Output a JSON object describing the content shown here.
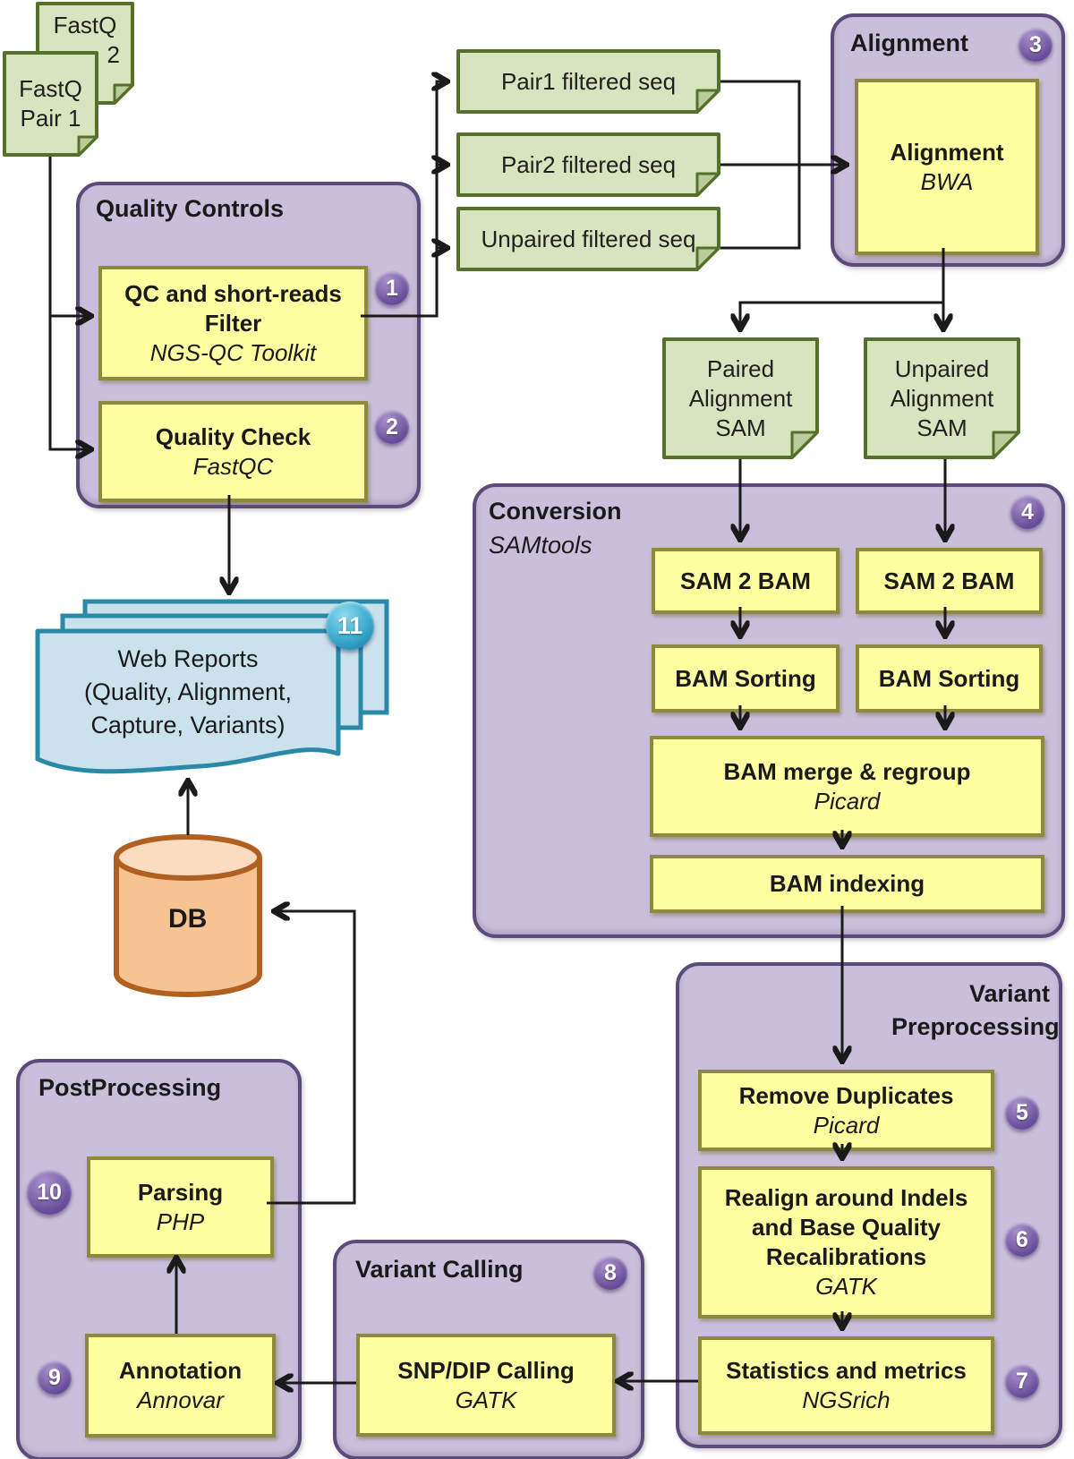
{
  "containers": {
    "quality_controls": {
      "title": "Quality Controls"
    },
    "alignment": {
      "title": "Alignment",
      "badge": "3"
    },
    "conversion": {
      "title": "Conversion",
      "tool": "SAMtools",
      "badge": "4"
    },
    "variant_preprocessing": {
      "title_line1": "Variant",
      "title_line2": "Preprocessing"
    },
    "variant_calling": {
      "title": "Variant Calling",
      "badge": "8"
    },
    "postprocessing": {
      "title": "PostProcessing"
    }
  },
  "inputs": {
    "fastq_back": {
      "line1": "FastQ",
      "line2": "2"
    },
    "fastq_front": {
      "line1": "FastQ",
      "line2": "Pair 1"
    }
  },
  "docs": {
    "pair1": {
      "label": "Pair1 filtered seq"
    },
    "pair2": {
      "label": "Pair2 filtered seq"
    },
    "unpaired": {
      "label": "Unpaired filtered seq"
    },
    "paired_sam": {
      "line1": "Paired",
      "line2": "Alignment",
      "line3": "SAM"
    },
    "unpaired_sam": {
      "line1": "Unpaired",
      "line2": "Alignment",
      "line3": "SAM"
    }
  },
  "steps": {
    "qc_filter": {
      "badge": "1",
      "t1": "QC and short-reads",
      "t2": "Filter",
      "tool": "NGS-QC Toolkit"
    },
    "quality_check": {
      "badge": "2",
      "t1": "Quality Check",
      "tool": "FastQC"
    },
    "alignment_bwa": {
      "t1": "Alignment",
      "tool": "BWA"
    },
    "sam2bam_left": {
      "t1": "SAM 2 BAM"
    },
    "sam2bam_right": {
      "t1": "SAM 2 BAM"
    },
    "bam_sorting_left": {
      "t1": "BAM Sorting"
    },
    "bam_sorting_right": {
      "t1": "BAM Sorting"
    },
    "bam_merge": {
      "t1": "BAM merge & regroup",
      "tool": "Picard"
    },
    "bam_indexing": {
      "t1": "BAM indexing"
    },
    "remove_duplicates": {
      "badge": "5",
      "t1": "Remove Duplicates",
      "tool": "Picard"
    },
    "realign": {
      "badge": "6",
      "t1": "Realign around Indels",
      "t2": "and Base Quality",
      "t3": "Recalibrations",
      "tool": "GATK"
    },
    "statistics": {
      "badge": "7",
      "t1": "Statistics and metrics",
      "tool": "NGSrich"
    },
    "snp_calling": {
      "t1": "SNP/DIP Calling",
      "tool": "GATK"
    },
    "parsing": {
      "badge": "10",
      "t1": "Parsing",
      "tool": "PHP"
    },
    "annotation": {
      "badge": "9",
      "t1": "Annotation",
      "tool": "Annovar"
    }
  },
  "outputs": {
    "web_reports": {
      "badge": "11",
      "line1": "Web Reports",
      "line2": "(Quality, Alignment,",
      "line3": "Capture, Variants)"
    },
    "database": {
      "label": "DB"
    }
  },
  "colors": {
    "container_fill": "#c9bfdb",
    "container_border": "#5b4a7a",
    "process_fill": "#feffa0",
    "process_border": "#8f883f",
    "doc_fill": "#d8e4bd",
    "doc_border": "#55702b",
    "report_fill": "#c9e2ec",
    "report_border": "#2b89a8",
    "db_fill": "#f8c393",
    "db_border": "#b06020",
    "badge_purple": "#7a5ea6",
    "badge_teal": "#2d9fc4",
    "arrow": "#1a1a1a"
  }
}
